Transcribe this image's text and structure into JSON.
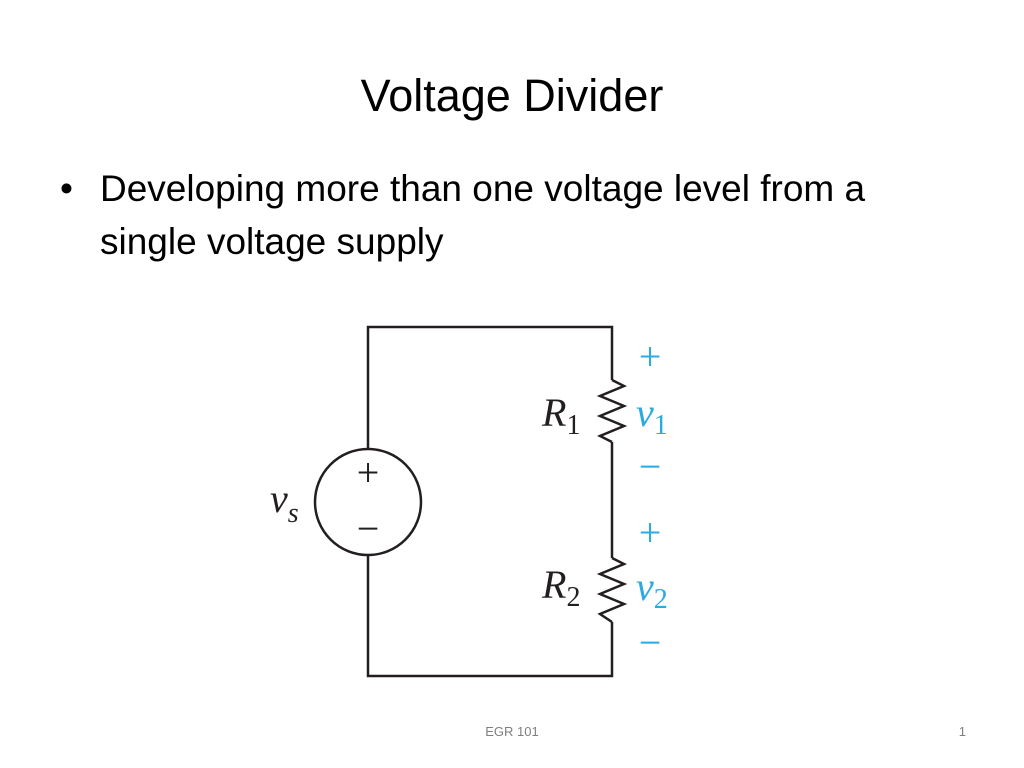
{
  "slide": {
    "title": "Voltage Divider",
    "bullets": [
      {
        "marker": "•",
        "text": "Developing more than one voltage level from a single voltage supply"
      }
    ]
  },
  "circuit": {
    "source_label": "v",
    "source_subscript": "s",
    "source_plus": "+",
    "source_minus": "−",
    "r1_label": "R",
    "r1_subscript": "1",
    "r2_label": "R",
    "r2_subscript": "2",
    "v1_label": "v",
    "v1_subscript": "1",
    "v2_label": "v",
    "v2_subscript": "2",
    "v1_plus": "+",
    "v1_minus": "−",
    "v2_plus": "+",
    "v2_minus": "−",
    "polarity_color": "#29abe2",
    "wire_color": "#231f20"
  },
  "footer": {
    "center": "EGR 101",
    "page_number": "1"
  }
}
